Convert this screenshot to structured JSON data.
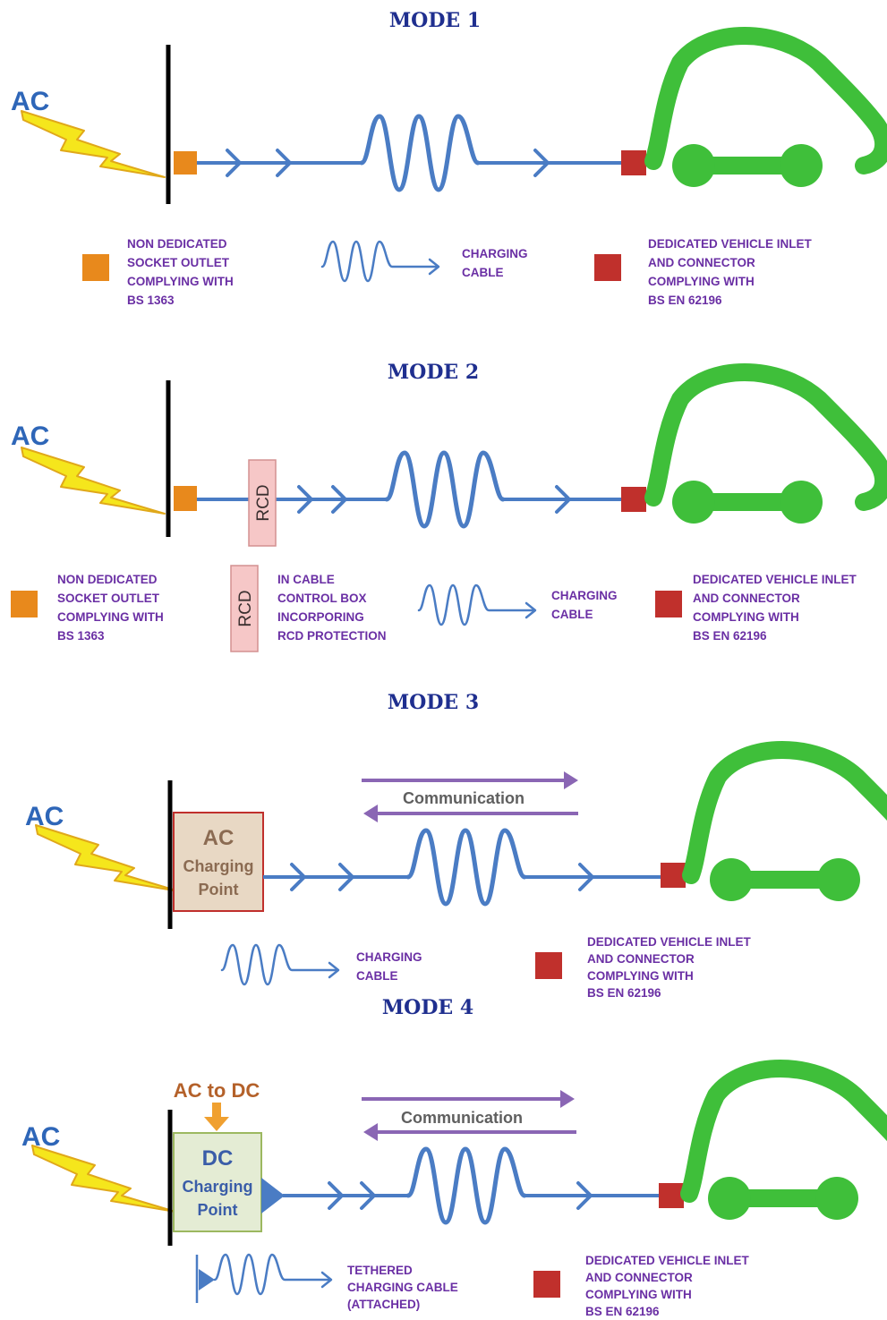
{
  "colors": {
    "title": "#1f2f8f",
    "cable": "#4a7cc4",
    "car": "#3fbf3a",
    "socket": "#e8891c",
    "inlet": "#c0302c",
    "bolt": "#f5e61c",
    "legend_text": "#6a2fa4",
    "comm_arrow": "#8a66b4"
  },
  "icons": [
    "lightning-bolt-icon",
    "car-outline-icon",
    "coiled-cable-icon",
    "rcd-box-icon",
    "charging-point-box-icon"
  ],
  "mode1": {
    "title": "MODE 1",
    "ac": "AC",
    "legend_socket": [
      "NON DEDICATED",
      "SOCKET OUTLET",
      "COMPLYING  WITH",
      "BS 1363"
    ],
    "legend_cable": [
      "CHARGING",
      "CABLE"
    ],
    "legend_inlet": [
      "DEDICATED VEHICLE INLET",
      "AND CONNECTOR",
      "COMPLYING  WITH",
      "BS EN 62196"
    ]
  },
  "mode2": {
    "title": "MODE 2",
    "ac": "AC",
    "rcd": "RCD",
    "legend_socket": [
      "NON DEDICATED",
      "SOCKET OUTLET",
      "COMPLYING  WITH",
      "BS 1363"
    ],
    "legend_rcd": [
      "IN CABLE",
      "CONTROL BOX",
      "INCORPORING",
      "RCD PROTECTION"
    ],
    "legend_cable": [
      "CHARGING",
      "CABLE"
    ],
    "legend_inlet": [
      "DEDICATED VEHICLE INLET",
      "AND CONNECTOR",
      "COMPLYING  WITH",
      "BS EN 62196"
    ]
  },
  "mode3": {
    "title": "MODE 3",
    "ac": "AC",
    "communication": "Communication",
    "box": [
      "AC",
      "Charging",
      "Point"
    ],
    "legend_cable": [
      "CHARGING",
      "CABLE"
    ],
    "legend_inlet": [
      "DEDICATED VEHICLE INLET",
      "AND CONNECTOR",
      "COMPLYING  WITH",
      "BS EN 62196"
    ]
  },
  "mode4": {
    "title": "MODE 4",
    "ac": "AC",
    "ac_to_dc": "AC to DC",
    "communication": "Communication",
    "box": [
      "DC",
      "Charging",
      "Point"
    ],
    "legend_cable": [
      "TETHERED",
      "CHARGING CABLE",
      "(ATTACHED)"
    ],
    "legend_inlet": [
      "DEDICATED VEHICLE INLET",
      "AND CONNECTOR",
      "COMPLYING  WITH",
      "BS EN 62196"
    ]
  }
}
